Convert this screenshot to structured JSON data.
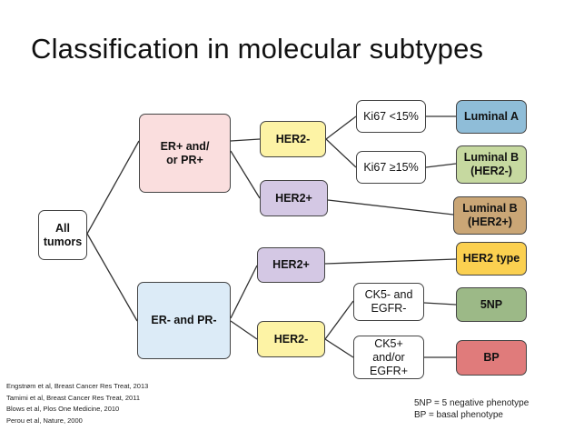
{
  "title": "Classification in molecular subtypes",
  "nodes": {
    "all_tumors": "All tumors",
    "er_pos": "ER+ and/\nor PR+",
    "er_neg": "ER- and PR-",
    "her2_neg_top": "HER2-",
    "her2_pos_top": "HER2+",
    "her2_pos_bottom": "HER2+",
    "her2_neg_bottom": "HER2-",
    "ki67_low": "Ki67 <15%",
    "ki67_high": "Ki67 ≥15%",
    "ck5_neg": "CK5- and\nEGFR-",
    "ck5_pos": "CK5+\nand/or\nEGFR+",
    "luminal_a": "Luminal A",
    "luminal_b_her2neg": "Luminal B\n(HER2-)",
    "luminal_b_her2pos": "Luminal B\n(HER2+)",
    "her2_type": "HER2 type",
    "fivenp": "5NP",
    "bp": "BP"
  },
  "colors": {
    "er_pos_fill": "#fadede",
    "er_neg_fill": "#dcebf7",
    "her2_neg_fill": "#fdf3a5",
    "her2_pos_fill": "#d4c8e4",
    "white_fill": "#ffffff",
    "luminal_a_fill": "#8fbdd8",
    "luminal_b_her2neg_fill": "#c6d9a0",
    "luminal_b_her2pos_fill": "#caa676",
    "her2_type_fill": "#fbd050",
    "fivenp_fill": "#9cb987",
    "bp_fill": "#e07b7b"
  },
  "references": [
    "Engstrøm et al, Breast Cancer Res Treat, 2013",
    "Tamimi et al, Breast Cancer Res Treat, 2011",
    "Blows et al, Plos One Medicine, 2010",
    "Perou et al, Nature, 2000"
  ],
  "legend": [
    "5NP = 5 negative phenotype",
    "BP = basal phenotype"
  ]
}
